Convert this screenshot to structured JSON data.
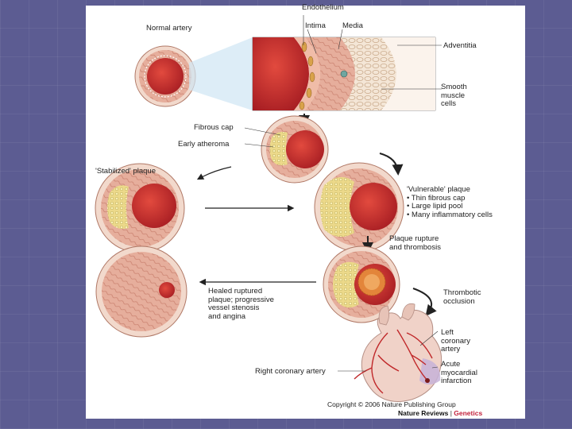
{
  "labels": {
    "endothelium": "Endothelium",
    "intima": "Intima",
    "media": "Media",
    "normal_artery": "Normal artery",
    "adventitia": "Adventitia",
    "smooth_muscle": [
      "Smooth",
      "muscle",
      "cells"
    ],
    "fibrous_cap": "Fibrous cap",
    "early_atheroma": "Early atheroma",
    "stabilized_plaque": "'Stabilized' plaque",
    "vulnerable_plaque": [
      "'Vulnerable' plaque",
      "• Thin fibrous cap",
      "• Large lipid pool",
      "• Many inflammatory cells"
    ],
    "plaque_rupture": [
      "Plaque rupture",
      "and thrombosis"
    ],
    "healed_ruptured": [
      "Healed ruptured",
      "plaque; progressive",
      "vessel stenosis",
      "and angina"
    ],
    "thrombotic_occlusion": [
      "Thrombotic",
      "occlusion"
    ],
    "left_coronary": [
      "Left",
      "coronary",
      "artery"
    ],
    "acute_mi": [
      "Acute",
      "myocardial",
      "infarction"
    ],
    "right_coronary": "Right coronary artery"
  },
  "footer": {
    "copyright": "Copyright © 2006 Nature Publishing Group",
    "brand": "Nature Reviews",
    "pipe": "|",
    "journal": "Genetics"
  },
  "colors": {
    "background": "#5c5c92",
    "vessel_wall": "#e8b4a2",
    "lumen": "#c0282a",
    "lipid": "#e8d27a",
    "thrombus": "#e07a2a",
    "heart": "#f0d2c8"
  }
}
